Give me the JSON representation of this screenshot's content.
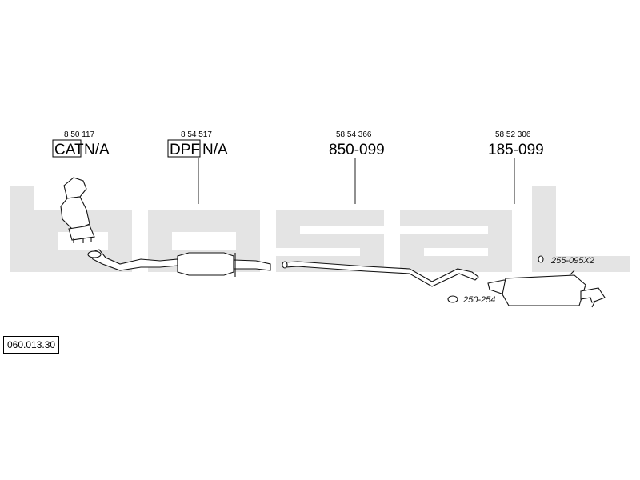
{
  "assembly_ref": "060.013.30",
  "watermark": "bosal",
  "parts": [
    {
      "oem": "8 50 117",
      "tag": "CAT",
      "value": "N/A"
    },
    {
      "oem": "8 54 517",
      "tag": "DPF",
      "value": "N/A"
    },
    {
      "oem": "58 54 366",
      "part_no": "850-099"
    },
    {
      "oem": "58 52 306",
      "part_no": "185-099"
    }
  ],
  "accessories": [
    {
      "code": "255-095X2"
    },
    {
      "code": "250-254"
    }
  ]
}
